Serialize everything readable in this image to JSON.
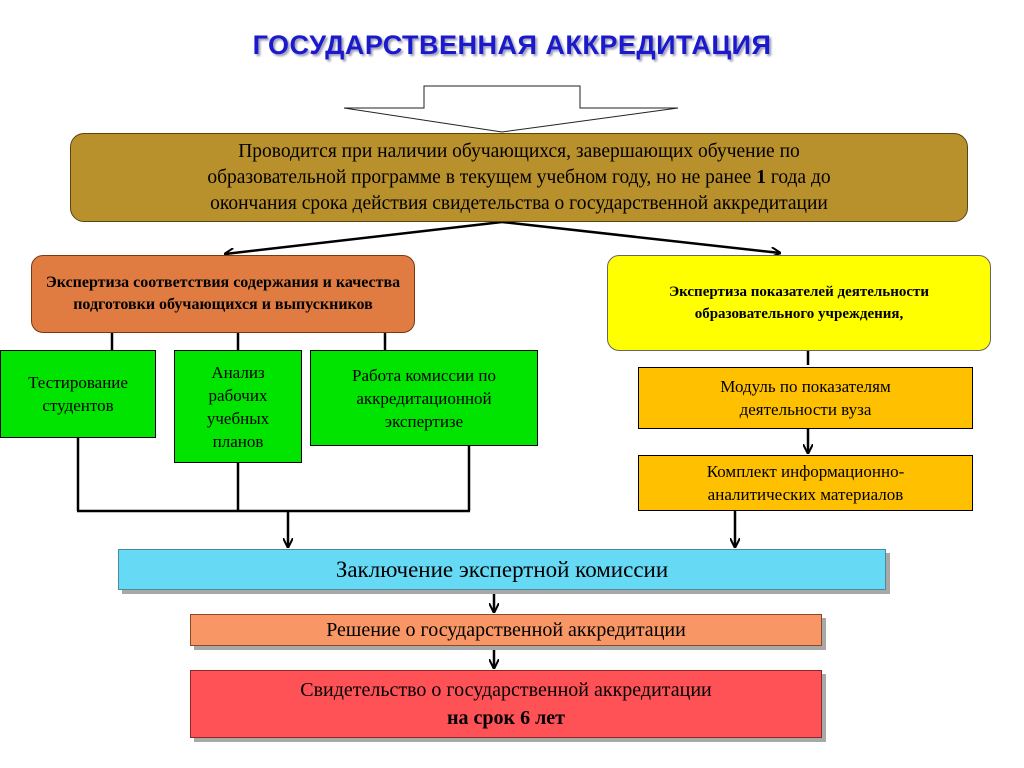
{
  "title": "ГОСУДАРСТВЕННАЯ АККРЕДИТАЦИЯ",
  "top_box": {
    "line1": "Проводится при наличии обучающихся, завершающих обучение по",
    "line2_start": "образовательной программе в текущем учебном году, но не ранее ",
    "line2_bold": "1",
    "line2_end": " года до",
    "line3": "окончания срока действия свидетельства о государственной аккредитации"
  },
  "left_branch": {
    "header": "Экспертиза соответствия содержания и качества подготовки обучающихся и выпускников",
    "items": [
      "Тестирование студентов",
      "Анализ рабочих учебных планов",
      "Работа комиссии по аккредитационной экспертизе"
    ]
  },
  "right_branch": {
    "header": "Экспертиза показателей деятельности образовательного учреждения,",
    "module": "Модуль по показателям деятельности вуза",
    "materials": "Комплект информационно-аналитических материалов"
  },
  "conclusion": "Заключение экспертной комиссии",
  "decision": "Решение о государственной аккредитации",
  "certificate": {
    "line1": "Свидетельство о государственной аккредитации",
    "line2": "на срок 6 лет"
  },
  "colors": {
    "title": "#1a1acc",
    "top_box": "#b8902c",
    "left_header": "#e07c42",
    "right_header": "#ffff00",
    "green": "#00e400",
    "orange": "#ffc000",
    "conclusion": "#66d9f5",
    "decision": "#f99666",
    "certificate": "#ff5257"
  }
}
